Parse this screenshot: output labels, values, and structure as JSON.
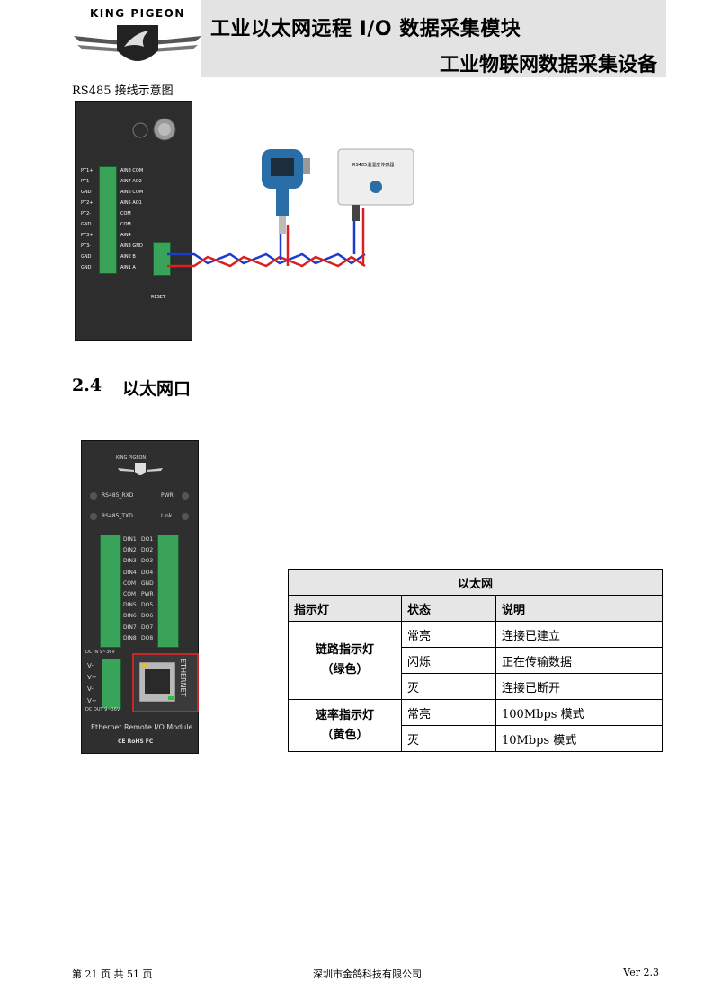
{
  "header": {
    "brand": "KING PIGEON",
    "title_line1": "工业以太网远程 I/O 数据采集模块",
    "title_line2": "工业物联网数据采集设备"
  },
  "wiring": {
    "caption": "RS485 接线示意图",
    "left_pins": [
      "PT1+",
      "PT1-",
      "GND",
      "PT2+",
      "PT2-",
      "GND",
      "PT3+",
      "PT3-",
      "GND",
      "GND"
    ],
    "right_pins": [
      "AIN8 COM",
      "AIN7 AO2",
      "AIN6 COM",
      "AIN5 AO1",
      "COM",
      "COM",
      "AIN4",
      "AIN3 GND",
      "AIN2   B",
      "AIN1   A"
    ],
    "reset_label": "RESET",
    "sensor_label": "RS485温湿度传感器"
  },
  "section": {
    "number": "2.4",
    "title": "以太网口"
  },
  "device": {
    "brand": "KING PIGEON",
    "led_rs485_rxd": "RS485_RXD",
    "led_rs485_txd": "RS485_TXD",
    "led_pwr": "PWR",
    "led_link": "Link",
    "io_rows": [
      [
        "DIN1",
        "DO1"
      ],
      [
        "DIN2",
        "DO2"
      ],
      [
        "DIN3",
        "DO3"
      ],
      [
        "DIN4",
        "DO4"
      ],
      [
        "COM",
        "GND"
      ],
      [
        "COM",
        "PWR"
      ],
      [
        "DIN5",
        "DO5"
      ],
      [
        "DIN6",
        "DO6"
      ],
      [
        "DIN7",
        "DO7"
      ],
      [
        "DIN8",
        "DO8"
      ]
    ],
    "dc_in": "DC  IN  9~36V",
    "dc_out": "DC OUT  9~36V",
    "power_pins": [
      "V-",
      "V+",
      "V-",
      "V+"
    ],
    "ethernet_label": "ETHERNET",
    "model_label": "Ethernet Remote I/O Module",
    "cert_label": "CE RoHS FC"
  },
  "table": {
    "title": "以太网",
    "headers": [
      "指示灯",
      "状态",
      "说明"
    ],
    "groups": [
      {
        "name_line1": "链路指示灯",
        "name_line2": "（绿色）",
        "rows": [
          {
            "state": "常亮",
            "desc": "连接已建立"
          },
          {
            "state": "闪烁",
            "desc": "正在传输数据"
          },
          {
            "state": "灭",
            "desc": "连接已断开"
          }
        ]
      },
      {
        "name_line1": "速率指示灯",
        "name_line2": "（黄色）",
        "rows": [
          {
            "state": "常亮",
            "desc": "100Mbps 模式"
          },
          {
            "state": "灭",
            "desc": "10Mbps 模式"
          }
        ]
      }
    ]
  },
  "footer": {
    "page": "第 21 页 共 51 页",
    "company": "深圳市金鸽科技有限公司",
    "version": "Ver 2.3"
  }
}
